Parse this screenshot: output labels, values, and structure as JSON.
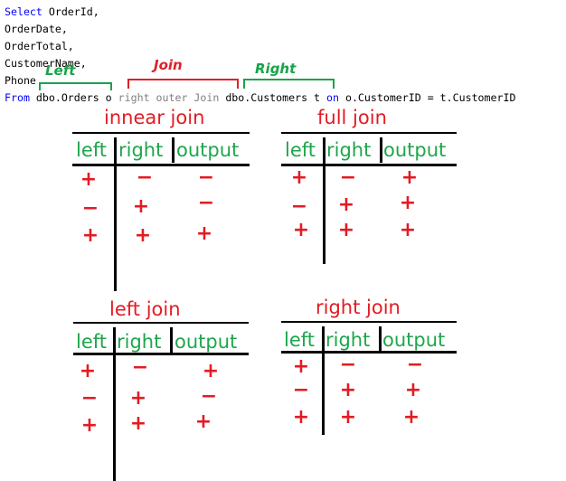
{
  "sql": {
    "line1_kw": "Select",
    "line1_rest": " OrderId,",
    "line2": "OrderDate,",
    "line3": "OrderTotal,",
    "line4": "CustomerName,",
    "line5": "Phone",
    "line6_from": "From",
    "line6_a": " dbo.Orders o ",
    "line6_join": "right outer Join",
    "line6_b": " dbo.Customers t ",
    "line6_on": "on",
    "line6_c": " o.CustomerID = t.CustomerID"
  },
  "annotations": {
    "left_label": "Left",
    "join_label": "Join",
    "right_label": "Right"
  },
  "tables": [
    {
      "title": "innear join",
      "headers": [
        "left",
        "right",
        "output"
      ],
      "rows": [
        [
          "+",
          "−",
          "−"
        ],
        [
          "−",
          "+",
          "−"
        ],
        [
          "+",
          "+",
          "+"
        ]
      ]
    },
    {
      "title": "full join",
      "headers": [
        "left",
        "right",
        "output"
      ],
      "rows": [
        [
          "+",
          "−",
          "+"
        ],
        [
          "−",
          "+",
          "+"
        ],
        [
          "+",
          "+",
          "+"
        ]
      ]
    },
    {
      "title": "left join",
      "headers": [
        "left",
        "right",
        "output"
      ],
      "rows": [
        [
          "+",
          "−",
          "+"
        ],
        [
          "−",
          "+",
          "−"
        ],
        [
          "+",
          "+",
          "+"
        ]
      ]
    },
    {
      "title": "right join",
      "headers": [
        "left",
        "right",
        "output"
      ],
      "rows": [
        [
          "+",
          "−",
          "−"
        ],
        [
          "−",
          "+",
          "+"
        ],
        [
          "+",
          "+",
          "+"
        ]
      ]
    }
  ],
  "colors": {
    "keyword": "#0000ff",
    "gray_keyword": "#808080",
    "title_red": "#e31b23",
    "header_green": "#1ea64b"
  }
}
